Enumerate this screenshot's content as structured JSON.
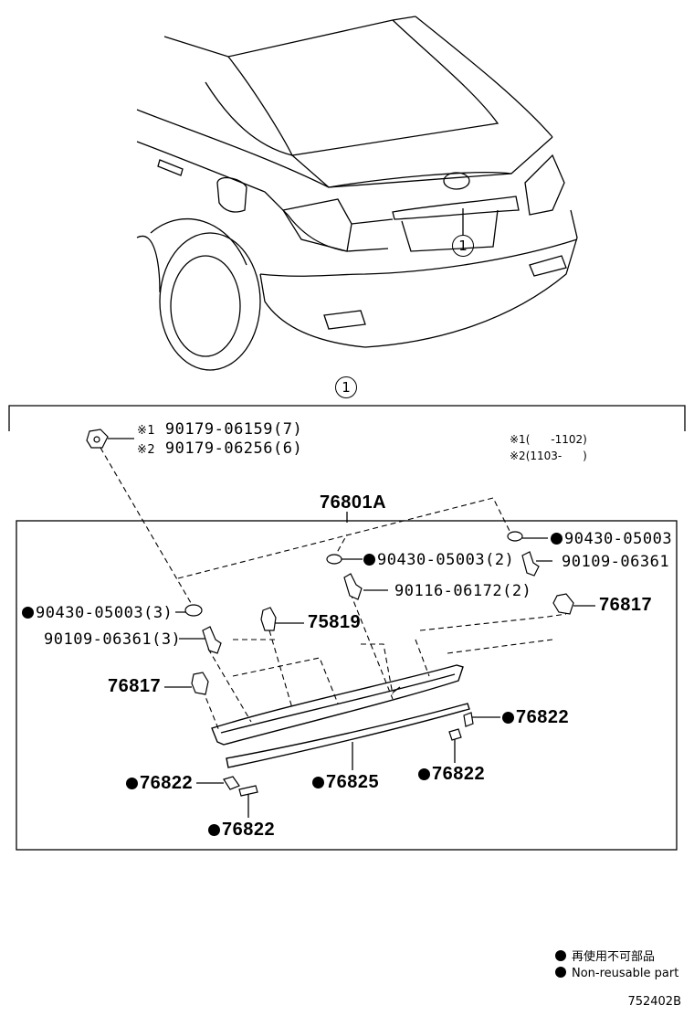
{
  "callout_number": "1",
  "notes": {
    "note1_marker": "※1",
    "note1_range": "(      -1102)",
    "note2_marker": "※2",
    "note2_range": "(1103-      )"
  },
  "parts": {
    "nut_a": "90179-06159(7)",
    "nut_b": "90179-06256(6)",
    "assembly": "76801A",
    "p_90430_right": "90430-05003",
    "p_90430_mid": "90430-05003(2)",
    "p_90109_right": "90109-06361",
    "p_90116": "90116-06172(2)",
    "p_76817_right": "76817",
    "p_90430_left": "90430-05003(3)",
    "p_75819": "75819",
    "p_90109_left": "90109-06361(3)",
    "p_76817_left": "76817",
    "p_76822_right_upper": "76822",
    "p_76822_left_upper": "76822",
    "p_76825": "76825",
    "p_76822_right_lower": "76822",
    "p_76822_bottom": "76822"
  },
  "legend": {
    "label_jp": "再使用不可部品",
    "label_en": "Non-reusable part"
  },
  "diagram_code": "752402B"
}
